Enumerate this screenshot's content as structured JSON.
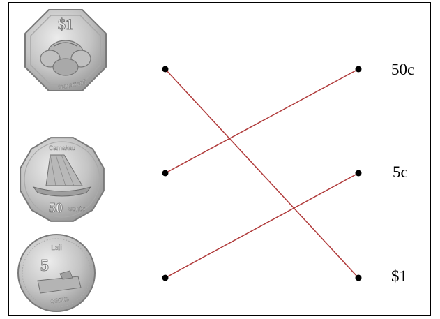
{
  "coins": [
    {
      "name": "one-dollar-coin",
      "denomination_text": "$1",
      "motif_text": "Sugarmoli",
      "shape": "octagon-rounded"
    },
    {
      "name": "fifty-cent-coin",
      "top_text": "Camakau",
      "denomination_number": "50",
      "denomination_word": "cents",
      "shape": "dodecagon"
    },
    {
      "name": "five-cent-coin",
      "top_text": "Lali",
      "denomination_number": "5",
      "denomination_word": "cents",
      "shape": "round"
    }
  ],
  "labels": [
    "50c",
    "5c",
    "$1"
  ],
  "matches": [
    [
      0,
      2
    ],
    [
      1,
      0
    ],
    [
      2,
      1
    ]
  ],
  "colors": {
    "line": "#b03a3a",
    "dot": "#000000",
    "border": "#000000",
    "coin_fill": "#c9c9c9",
    "coin_edge": "#8a8a8a"
  }
}
